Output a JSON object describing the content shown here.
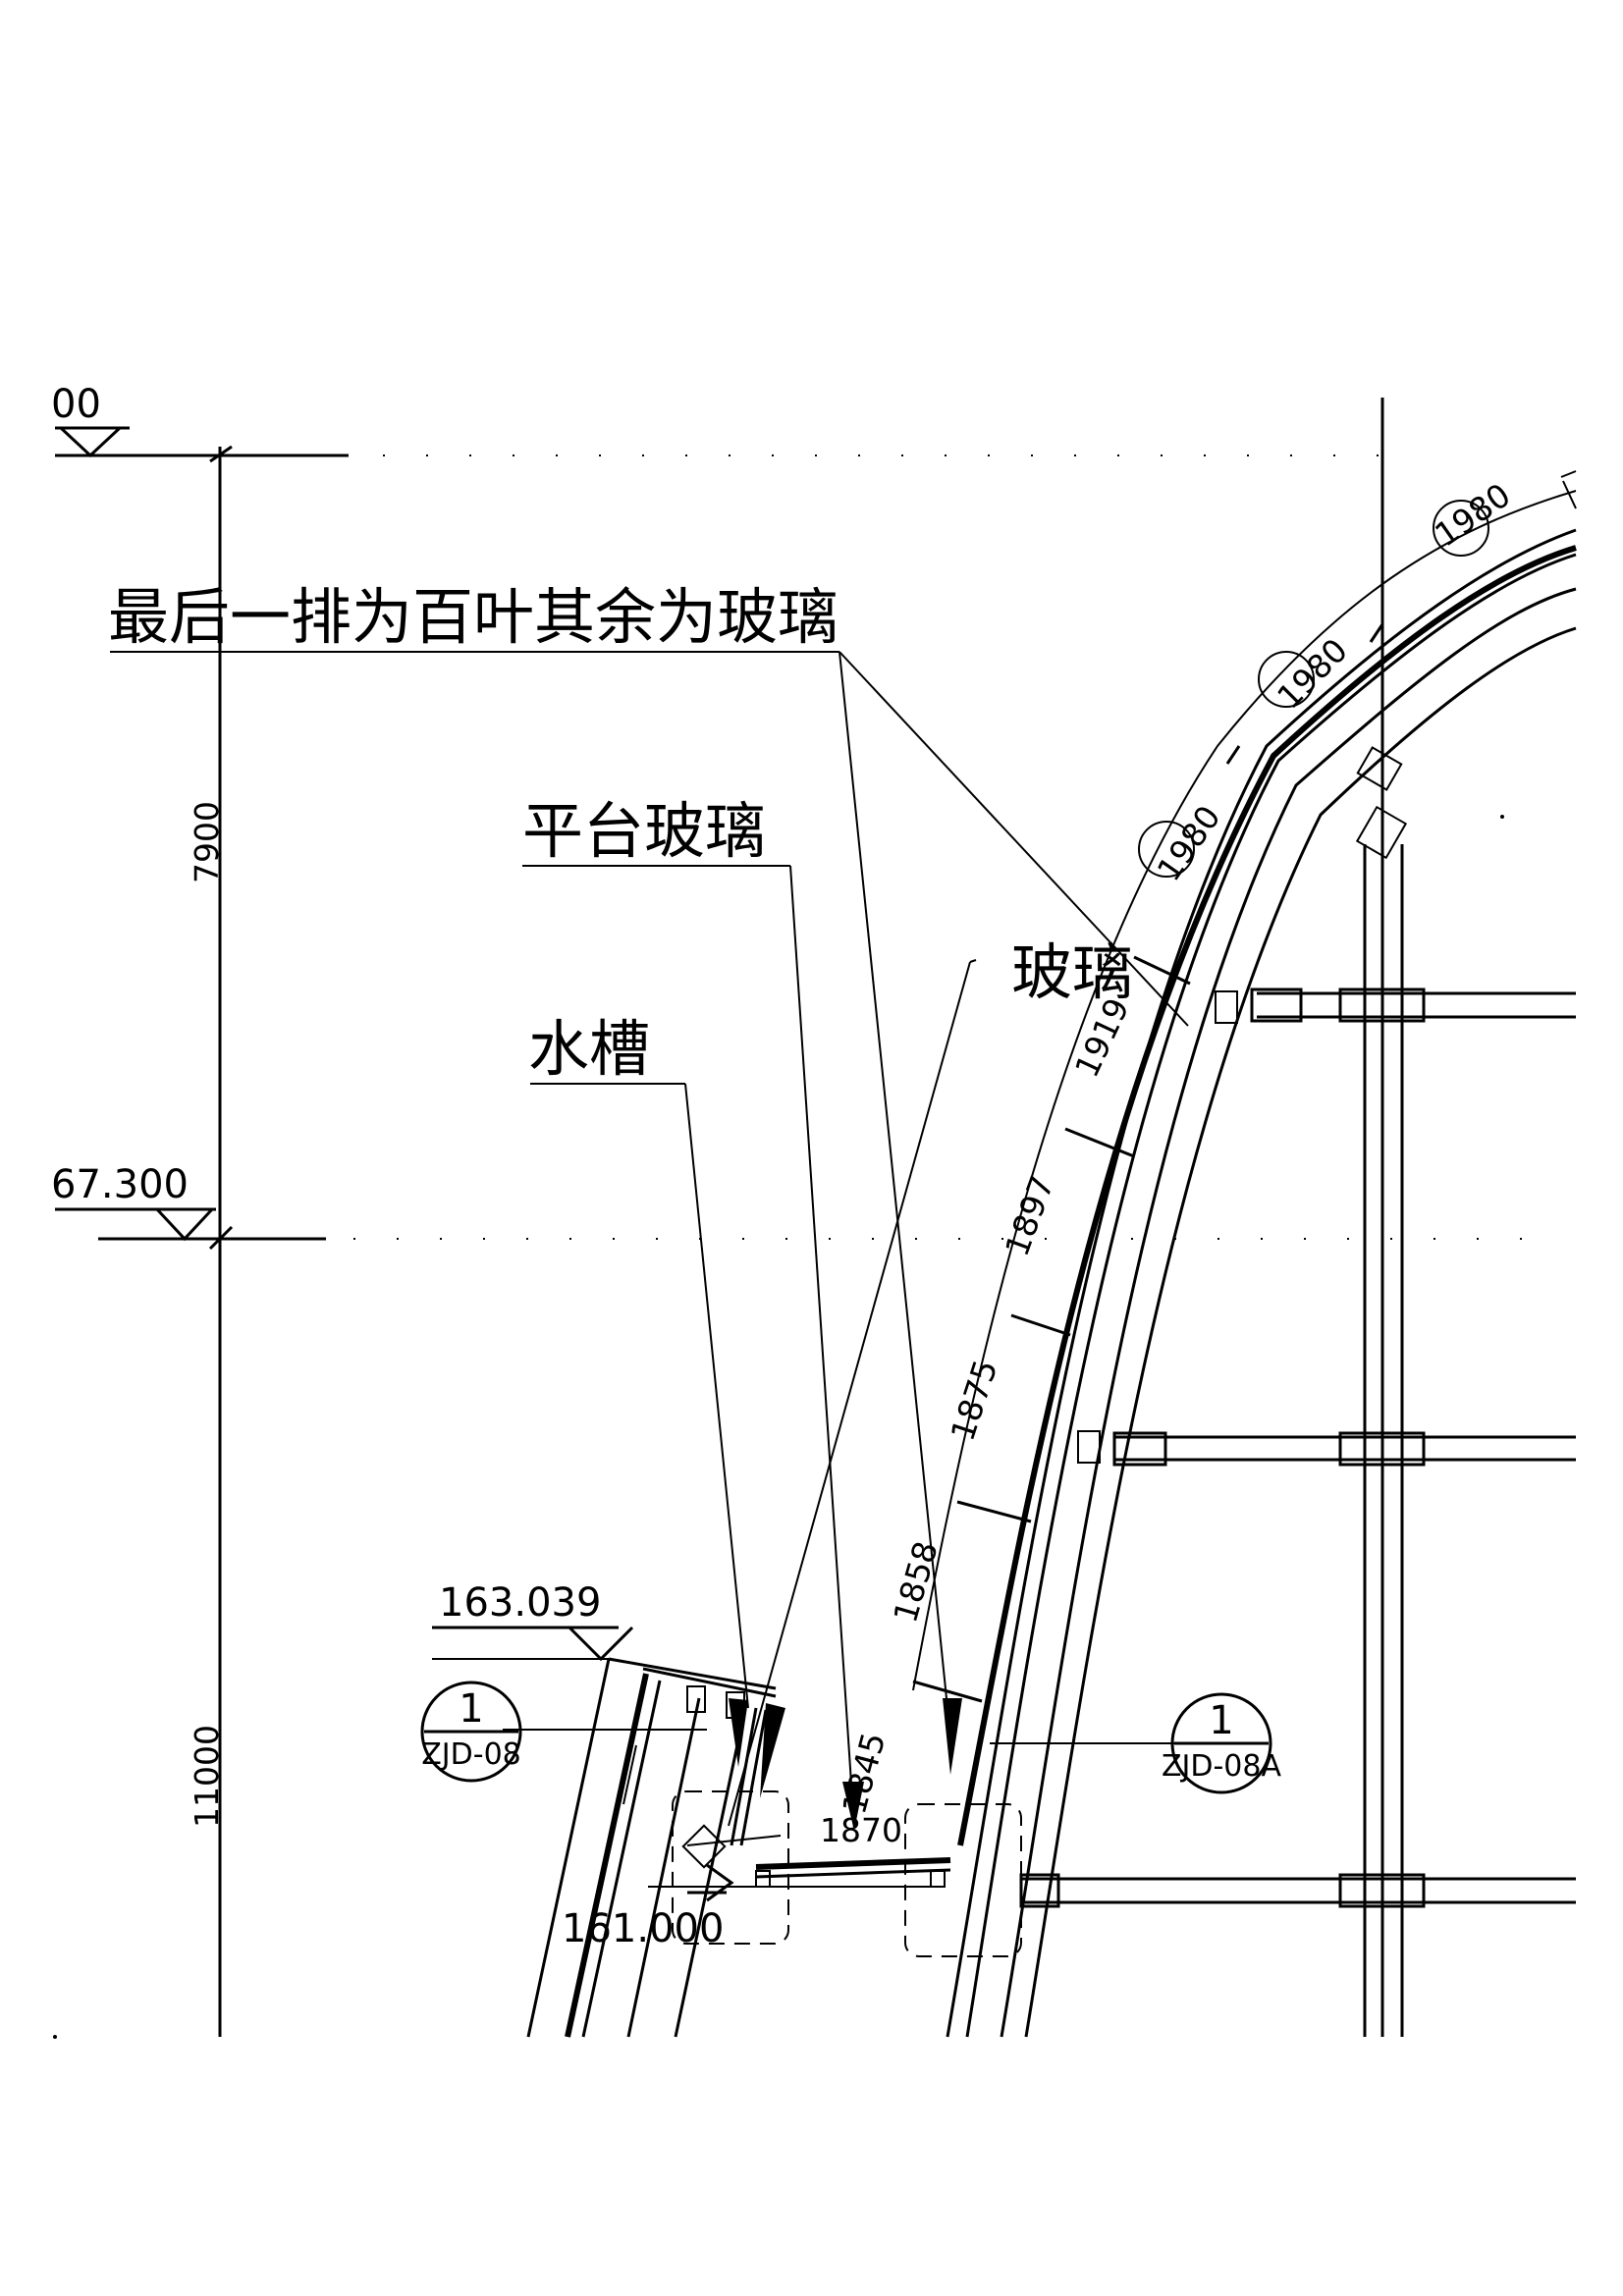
{
  "levels": {
    "top": "00",
    "mid": "67.300",
    "upper_gutter": "163.039",
    "platform": "161.000"
  },
  "notes": {
    "louver": "最后一排为百叶其余为玻璃",
    "platform_glass": "平台玻璃",
    "gutter": "水槽",
    "glass": "玻璃"
  },
  "dimensions": {
    "vertical_upper": "7900",
    "vertical_lower": "11000",
    "arc": [
      "1980",
      "1980",
      "1980",
      "1919",
      "1897",
      "1875",
      "1858",
      "1845",
      "1870"
    ]
  },
  "detail_refs": [
    {
      "num": "1",
      "sheet": "ZJD-08"
    },
    {
      "num": "1",
      "sheet": "ZJD-08A"
    }
  ],
  "colors": {
    "line": "#000000",
    "background": "#ffffff"
  }
}
